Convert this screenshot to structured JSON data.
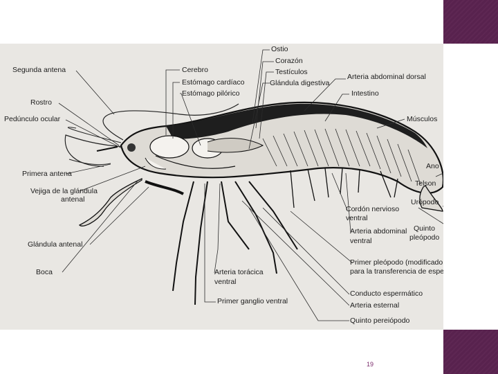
{
  "diagram": {
    "labels_left": {
      "segunda_antena": "Segunda antena",
      "rostro": "Rostro",
      "pedunculo_ocular": "Pedúnculo ocular",
      "primera_antena": "Primera antena",
      "vejiga_line1": "Vejiga de la glándula",
      "vejiga_line2": "antenal",
      "glandula_antenal": "Glándula antenal",
      "boca": "Boca"
    },
    "labels_top": {
      "ostio": "Ostio",
      "corazon": "Corazón",
      "cerebro": "Cerebro",
      "estomago_cardiaco": "Estómago cardíaco",
      "estomago_pilorico": "Estómago pilórico",
      "testiculos": "Testículos",
      "glandula_digestiva": "Glándula digestiva",
      "arteria_abdominal_dorsal": "Arteria abdominal dorsal",
      "intestino": "Intestino",
      "musculos": "Músculos"
    },
    "labels_right": {
      "ano": "Ano",
      "telson": "Telson",
      "uropodo": "Urópodo",
      "quinto_pleopodo_line1": "Quinto",
      "quinto_pleopodo_line2": "pleópodo"
    },
    "labels_bottom": {
      "cordon_line1": "Cordón nervioso",
      "cordon_line2": "ventral",
      "arteria_abd_ventral_line1": "Arteria abdominal",
      "arteria_abd_ventral_line2": "ventral",
      "primer_pleopodo_line1": "Primer pleópodo (modificado",
      "primer_pleopodo_line2": "para la transferencia de esperma)",
      "conducto_espermatico": "Conducto espermático",
      "arteria_esternal": "Arteria esternal",
      "quinto_pereiopodo": "Quinto pereiópodo",
      "arteria_toracica_line1": "Arteria torácica",
      "arteria_toracica_line2": "ventral",
      "primer_ganglio_ventral": "Primer ganglio ventral"
    }
  },
  "slide": {
    "page_number": "19",
    "accent_color": "#5b2350",
    "page_number_color": "#7a2a6a"
  }
}
